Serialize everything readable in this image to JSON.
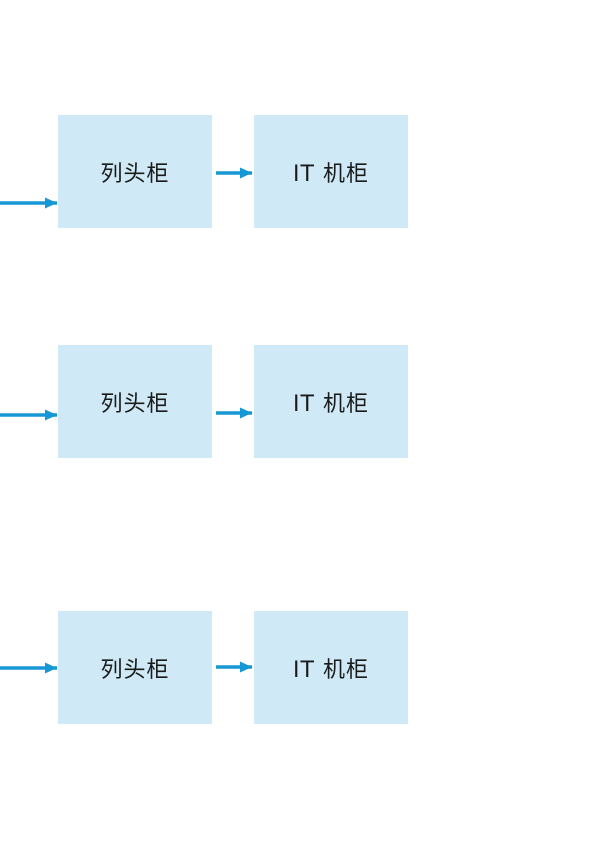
{
  "diagram": {
    "rows": [
      {
        "source": "列头柜",
        "target": "IT 机柜"
      },
      {
        "source": "列头柜",
        "target": "IT 机柜"
      },
      {
        "source": "列头柜",
        "target": "IT 机柜"
      }
    ],
    "colors": {
      "box-fill": "#CFE9F6",
      "arrow": "#1697D6",
      "text": "#1A1A1A",
      "background": "#FFFFFF"
    }
  }
}
